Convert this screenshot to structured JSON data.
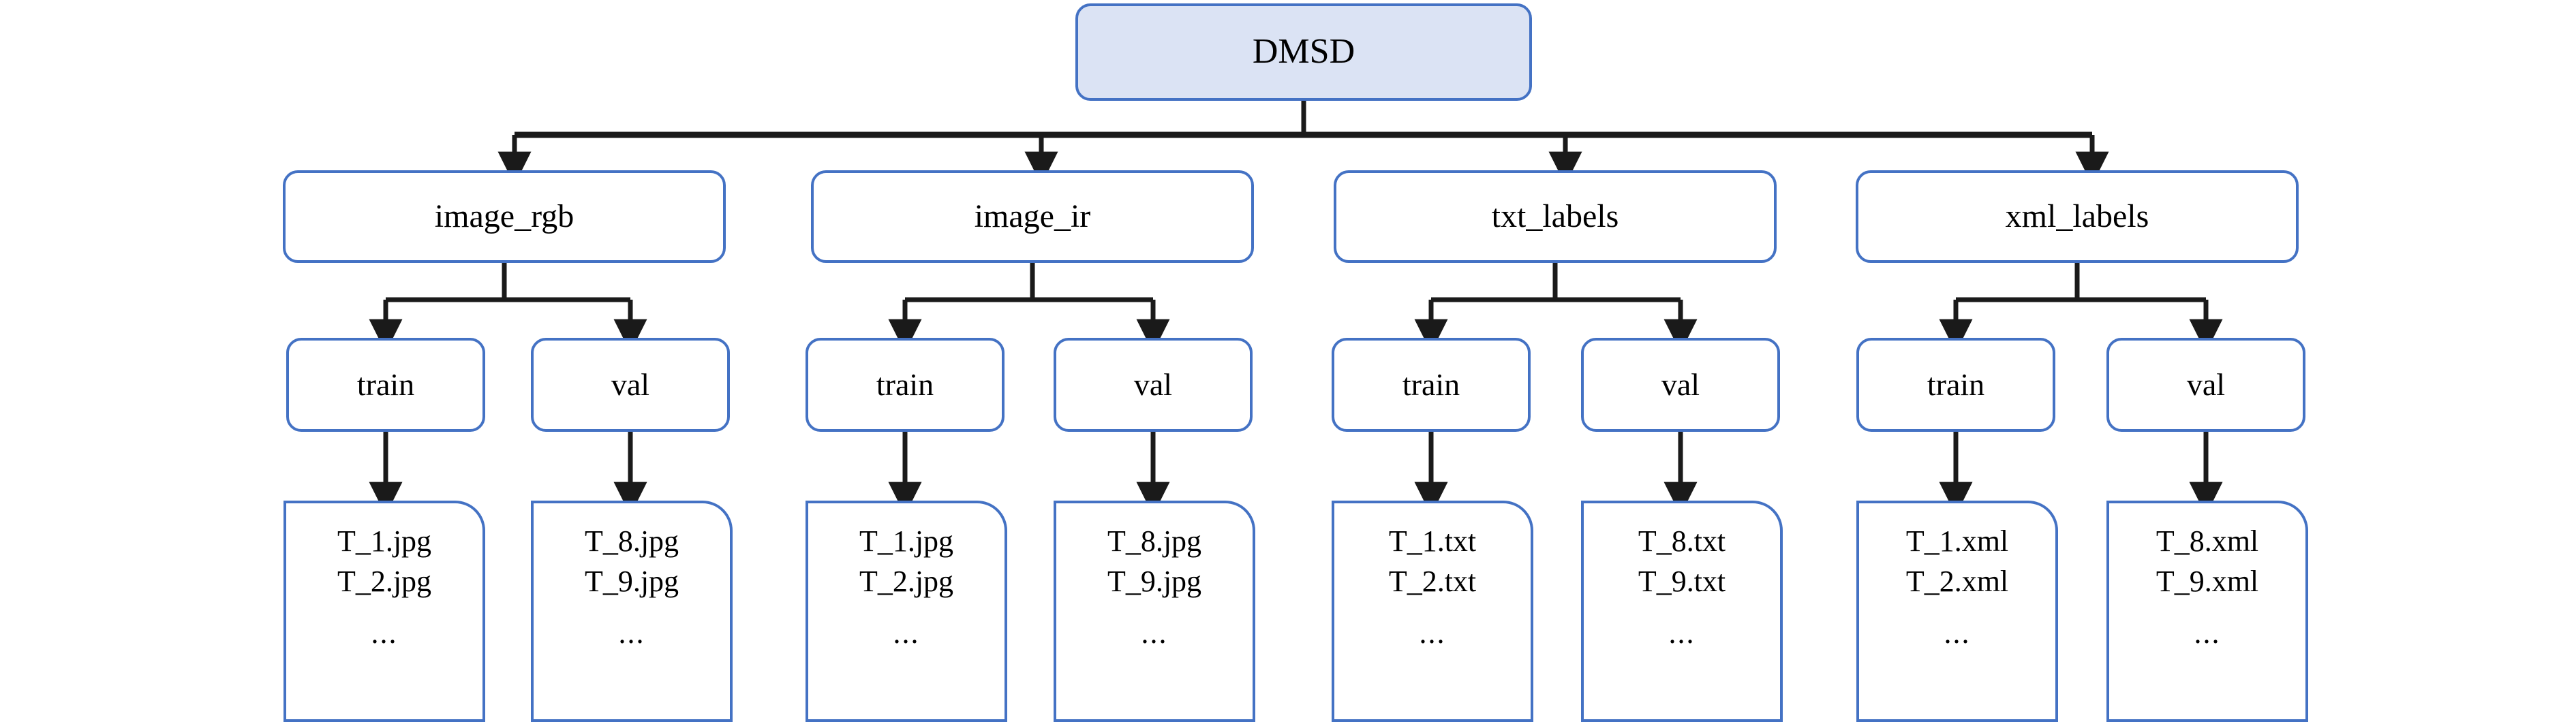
{
  "diagram": {
    "title": "DMSD dataset directory tree",
    "type": "tree",
    "colors": {
      "node_border": "#4472c4",
      "root_fill": "#dbe3f4",
      "node_fill": "#ffffff",
      "edge": "#1a1a1a",
      "background": "#ffffff",
      "text": "#000000"
    },
    "root": {
      "label": "DMSD"
    },
    "branches": [
      {
        "label": "image_rgb",
        "splits": [
          {
            "label": "train",
            "files": {
              "lines": [
                "T_1.jpg",
                "T_2.jpg"
              ],
              "ellipsis": "..."
            }
          },
          {
            "label": "val",
            "files": {
              "lines": [
                "T_8.jpg",
                "T_9.jpg"
              ],
              "ellipsis": "..."
            }
          }
        ]
      },
      {
        "label": "image_ir",
        "splits": [
          {
            "label": "train",
            "files": {
              "lines": [
                "T_1.jpg",
                "T_2.jpg"
              ],
              "ellipsis": "..."
            }
          },
          {
            "label": "val",
            "files": {
              "lines": [
                "T_8.jpg",
                "T_9.jpg"
              ],
              "ellipsis": "..."
            }
          }
        ]
      },
      {
        "label": "txt_labels",
        "splits": [
          {
            "label": "train",
            "files": {
              "lines": [
                "T_1.txt",
                "T_2.txt"
              ],
              "ellipsis": "..."
            }
          },
          {
            "label": "val",
            "files": {
              "lines": [
                "T_8.txt",
                "T_9.txt"
              ],
              "ellipsis": "..."
            }
          }
        ]
      },
      {
        "label": "xml_labels",
        "splits": [
          {
            "label": "train",
            "files": {
              "lines": [
                "T_1.xml",
                "T_2.xml"
              ],
              "ellipsis": "..."
            }
          },
          {
            "label": "val",
            "files": {
              "lines": [
                "T_8.xml",
                "T_9.xml"
              ],
              "ellipsis": "..."
            }
          }
        ]
      }
    ]
  }
}
